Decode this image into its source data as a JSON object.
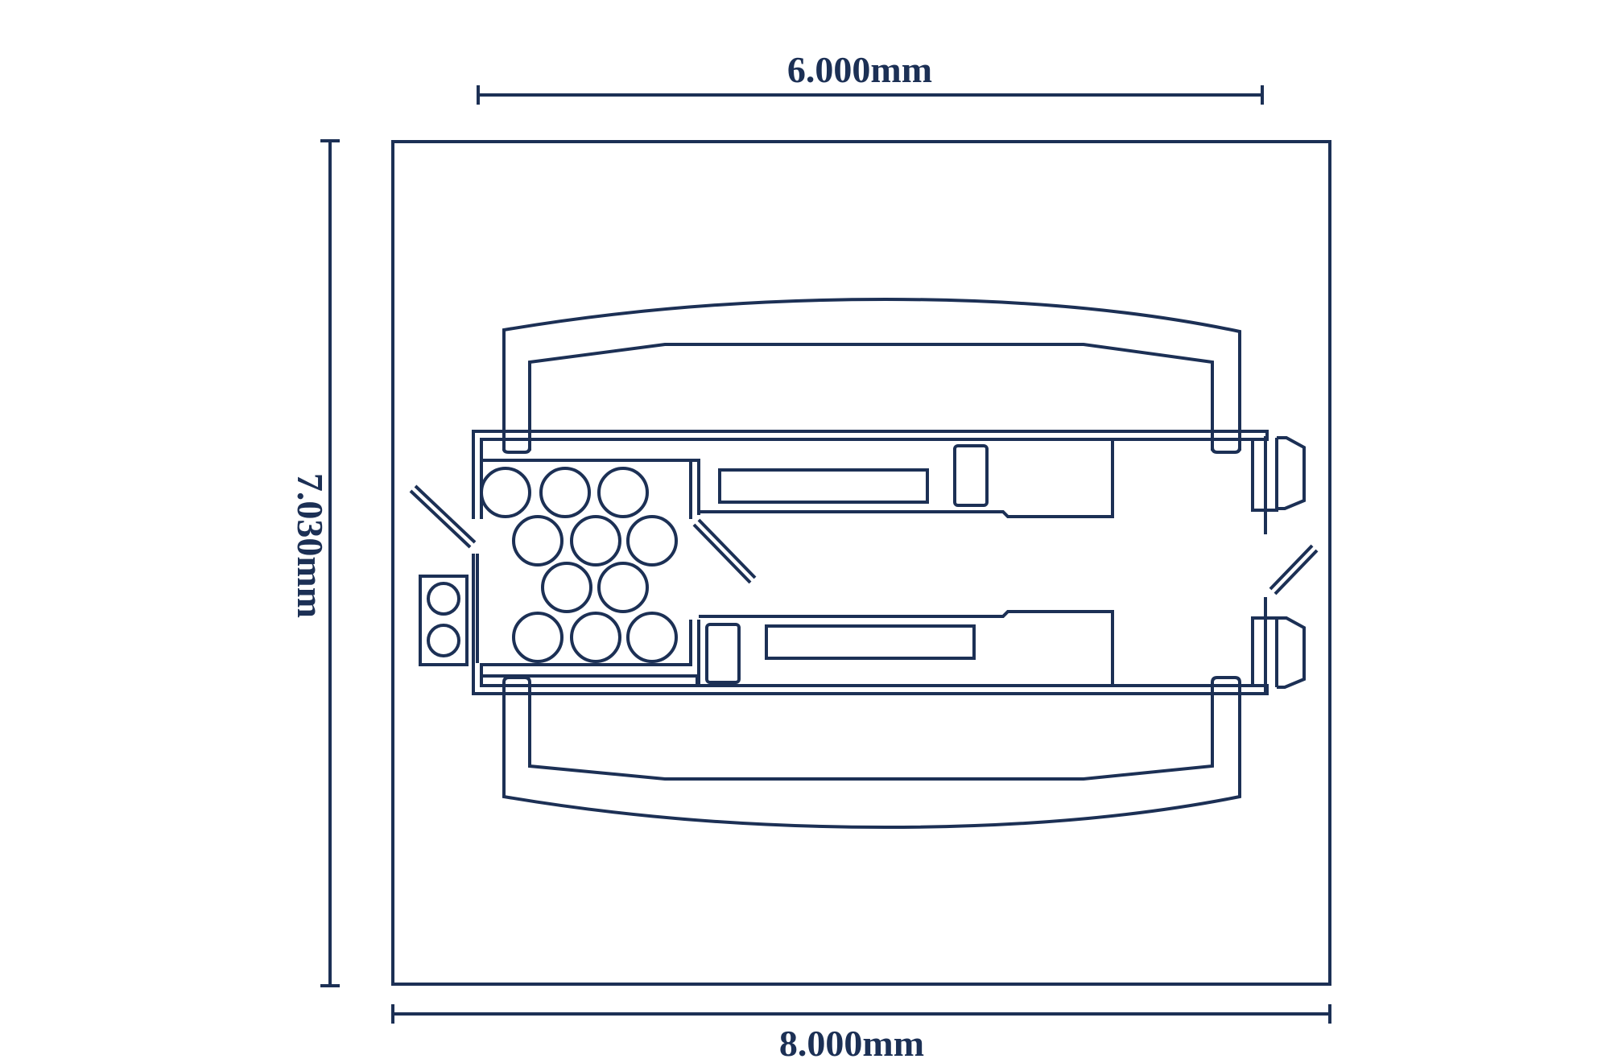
{
  "dimensions": {
    "top_width": "6.000mm",
    "left_height": "7.030mm",
    "bottom_width": "8.000mm"
  },
  "colors": {
    "line": "#1c3055",
    "background": "#ffffff"
  }
}
